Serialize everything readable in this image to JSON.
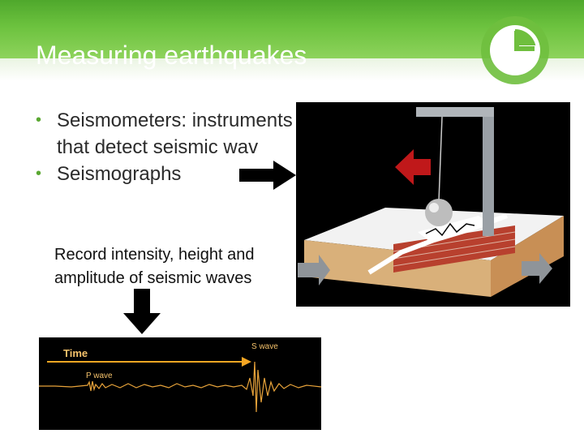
{
  "slide": {
    "title": "Measuring earthquakes",
    "bullets": [
      {
        "text": "Seismometers: instruments that detect seismic wav"
      },
      {
        "text": "Seismographs"
      }
    ],
    "sub_text": "Record intensity, height and amplitude of seismic waves"
  },
  "seismogram": {
    "time_label": "Time",
    "s_wave_label": "S wave",
    "p_wave_label": "P wave"
  },
  "colors": {
    "header_green": "#6cc23e",
    "bullet_green": "#5aa832",
    "time_arrow": "#f5a623",
    "trace": "#e8a33a"
  },
  "icons": {
    "logo": "green-circle-logo-icon",
    "arrow_right": "black-arrow-right-icon",
    "arrow_down": "black-arrow-down-icon"
  }
}
